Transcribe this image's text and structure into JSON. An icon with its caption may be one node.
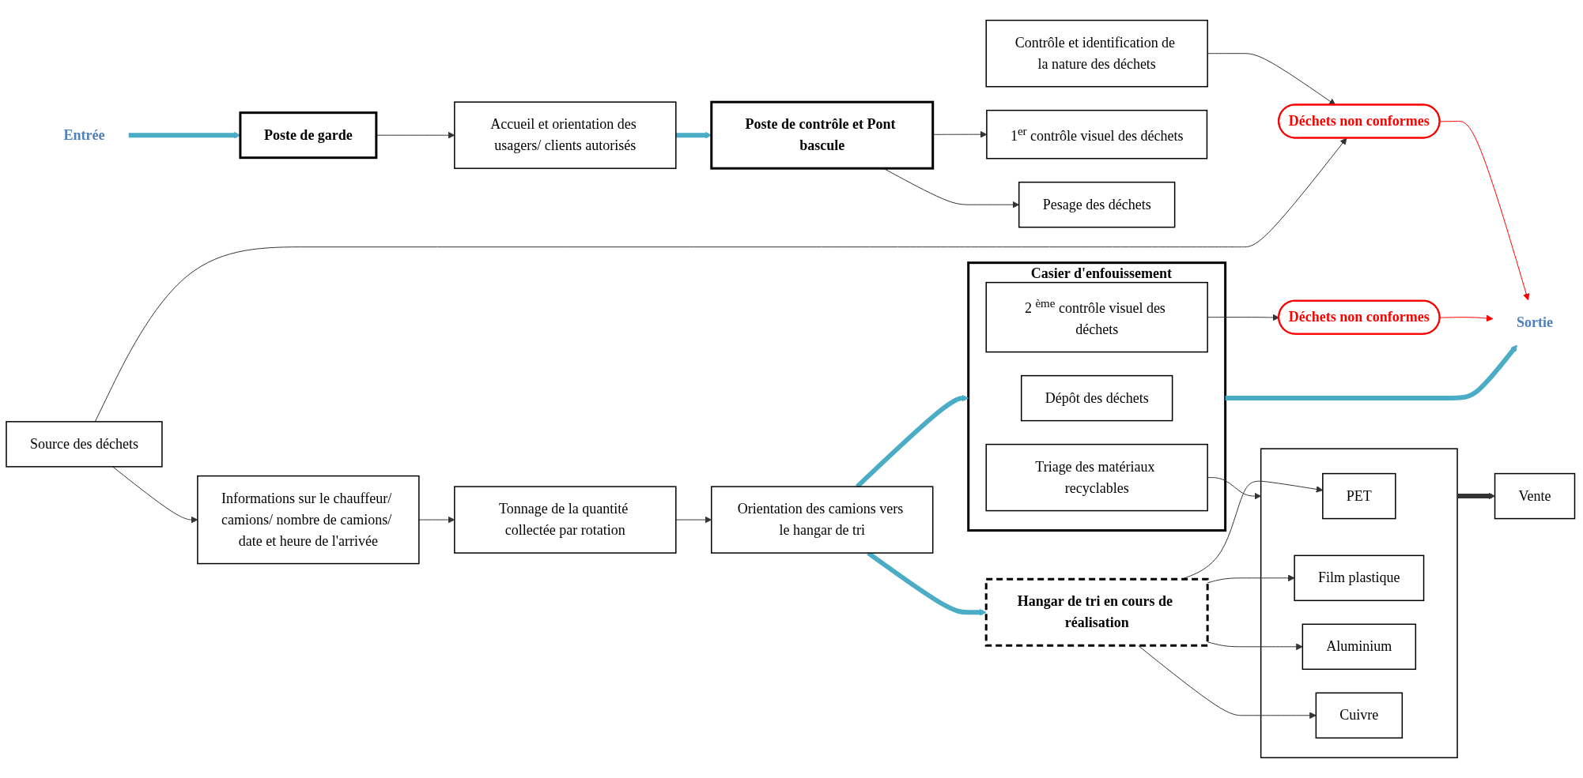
{
  "diagram": {
    "nodes": [
      {
        "text": [
          "Entrée"
        ]
      },
      {
        "text": [
          "Poste de garde"
        ]
      },
      {
        "text": [
          "Accueil et orientation des usagers/ clients autorisés"
        ]
      },
      {
        "text": [
          "Poste de contrôle et Pont bascule"
        ]
      },
      {
        "text": [
          "1$^{er}$ contrôle visuel des déchets"
        ]
      },
      {
        "text": [
          "Pesage des déchets"
        ]
      },
      {
        "text": [
          "Contrôle et identification de la nature des déchets"
        ]
      },
      {
        "text": [
          "Source des déchets"
        ]
      },
      {
        "text": [
          "Informations sur le chauffeur/ camions/ nombre de camions/ date et heure de l'arrivée"
        ]
      },
      {
        "text": [
          "Tonnage de la quantité collectée par rotation"
        ]
      },
      {
        "text": [
          "Orientation des camions vers le hangar de tri"
        ]
      },
      {
        "text": [
          "Déchets non conformes"
        ]
      },
      {
        "text": [
          "Hangar de tri en cours de réalisation"
        ]
      },
      {
        "text": [
          "Sortie"
        ]
      },
      {
        "text": [
          "Casier d'enfouissement"
        ]
      },
      {
        "text": [
          "Dépôt des déchets"
        ],
        "in": 14
      },
      {
        "text": [
          "2 $^{ème}$ contrôle visuel des déchets"
        ],
        "in": 14
      },
      {
        "text": [
          "Triage des matériaux recyclables"
        ],
        "in": 14
      },
      {
        "text": [
          "Déchets non conformes"
        ]
      },
      {
        "text": [],
        "shape": "box"
      },
      {
        "text": [
          "PET"
        ],
        "in": 19
      },
      {
        "text": [
          "Film plastique"
        ],
        "in": 19
      },
      {
        "text": [
          "Aluminium"
        ],
        "in": 19
      },
      {
        "text": [
          "Cuivre"
        ],
        "in": 19
      },
      {
        "text": [
          "Vente"
        ]
      }
    ],
    "edges": [
      {
        "from": 0,
        "to": 1,
        "arrow": "to",
        "style": "thick",
        "color": "#4bacc6"
      },
      {
        "from": 1,
        "to": 2,
        "arrow": "to"
      },
      {
        "from": 2,
        "to": 3,
        "arrow": "to",
        "style": "thick",
        "color": "#4bacc6"
      },
      {
        "from": 3,
        "to": 4,
        "arrow": "to"
      },
      {
        "from": 3,
        "to": 5,
        "arrow": "to"
      },
      {
        "from": 6,
        "to": 11,
        "arrow": "to"
      },
      {
        "from": 7,
        "to": 11,
        "arrow": "to"
      },
      {
        "from": 7,
        "to": 8,
        "arrow": "to"
      },
      {
        "from": 8,
        "to": 9,
        "arrow": "to"
      },
      {
        "from": 9,
        "to": 10,
        "arrow": "to"
      },
      {
        "from": 11,
        "to": 13,
        "arrow": "to",
        "color": "#ff0000"
      },
      {
        "from": 10,
        "to": 12,
        "arrow": "to",
        "style": "thick",
        "color": "#4bacc6"
      },
      {
        "from": 10,
        "to": 14,
        "arrow": "to",
        "style": "thick",
        "color": "#4bacc6"
      },
      {
        "from": 14,
        "to": 13,
        "arrow": "to",
        "style": "thick",
        "color": "#4bacc6"
      },
      {
        "from": 16,
        "to": 18,
        "arrow": "to"
      },
      {
        "from": 18,
        "to": 13,
        "arrow": "to",
        "color": "#ff0000"
      },
      {
        "from": 17,
        "to": 19,
        "arrow": "to"
      },
      {
        "from": 12,
        "to": 20,
        "arrow": "to"
      },
      {
        "from": 12,
        "to": 21,
        "arrow": "to"
      },
      {
        "from": 12,
        "to": 22,
        "arrow": "to"
      },
      {
        "from": 12,
        "to": 23,
        "arrow": "to"
      },
      {
        "from": 19,
        "to": 24,
        "arrow": "to",
        "style": "thick"
      }
    ]
  }
}
